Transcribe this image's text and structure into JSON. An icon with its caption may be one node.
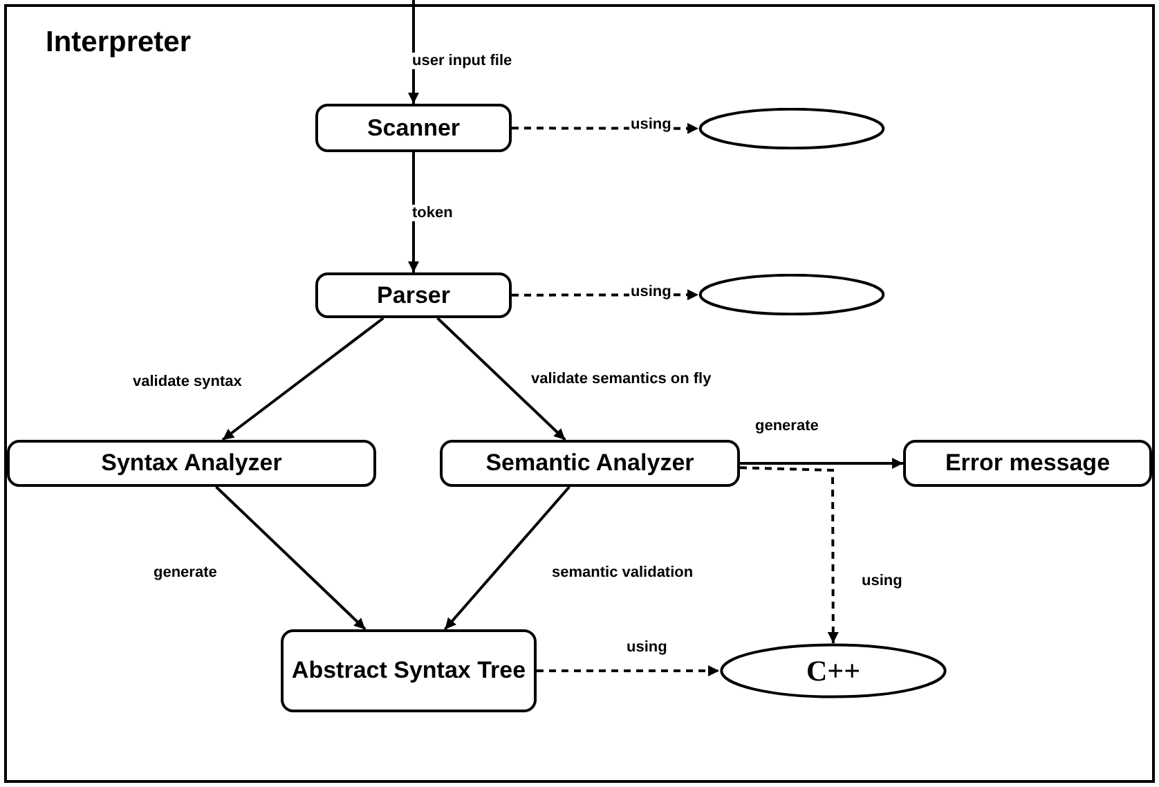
{
  "diagram": {
    "nodes": [
      {
        "text": [
          "Interpreter"
        ]
      },
      {
        "text": [
          "Scanner"
        ],
        "in": 0
      },
      {
        "text": [],
        "shape": "ellipse",
        "in": 0
      },
      {
        "text": [
          "Parser"
        ],
        "in": 0
      },
      {
        "text": [],
        "shape": "ellipse",
        "in": 0
      },
      {
        "text": [
          "Syntax Analyzer"
        ],
        "in": 0
      },
      {
        "text": [
          "Semantic Analyzer"
        ],
        "in": 0
      },
      {
        "text": [
          "Error message"
        ],
        "in": 0
      },
      {
        "text": [
          "Abstract Syntax Tree"
        ],
        "in": 0
      },
      {
        "text": [
          "C++"
        ],
        "in": 0
      }
    ],
    "edges": [
      {
        "from": null,
        "to": 1,
        "arrow": "to",
        "label": "user input file"
      },
      {
        "from": 1,
        "to": 2,
        "arrow": "to",
        "label": "using",
        "style": "dashed"
      },
      {
        "from": 1,
        "to": 3,
        "arrow": "to",
        "label": "token"
      },
      {
        "from": 3,
        "to": 4,
        "arrow": "to",
        "label": "using",
        "style": "dashed"
      },
      {
        "from": 3,
        "to": 5,
        "arrow": "to",
        "label": "validate syntax"
      },
      {
        "from": 3,
        "to": 6,
        "arrow": "to",
        "label": "validate semantics on fly"
      },
      {
        "from": 6,
        "to": 7,
        "arrow": "to",
        "label": "generate"
      },
      {
        "from": 5,
        "to": 8,
        "arrow": "to",
        "label": "generate"
      },
      {
        "from": 6,
        "to": 8,
        "arrow": "to",
        "label": "semantic validation"
      },
      {
        "from": 8,
        "to": 9,
        "arrow": "to",
        "label": "using",
        "style": "dashed"
      },
      {
        "from": 6,
        "to": 9,
        "arrow": "to",
        "label": "using",
        "style": "dashed"
      }
    ]
  }
}
